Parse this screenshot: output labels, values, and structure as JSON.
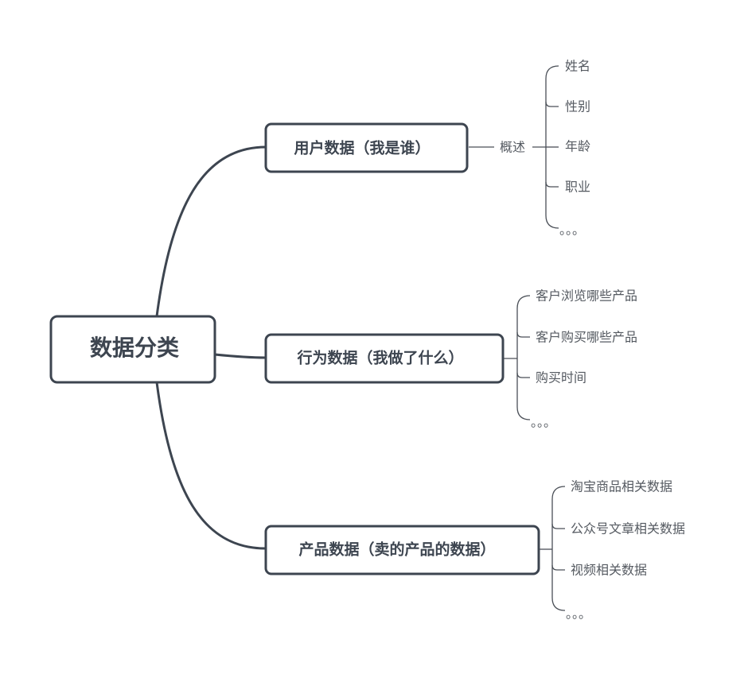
{
  "root": {
    "label": "数据分类"
  },
  "categories": [
    {
      "label": "用户数据（我是谁）",
      "summary": "概述",
      "items": [
        "姓名",
        "性别",
        "年龄",
        "职业",
        "。。。"
      ]
    },
    {
      "label": "行为数据（我做了什么）",
      "items": [
        "客户浏览哪些产品",
        "客户购买哪些产品",
        "购买时间",
        "。。。"
      ]
    },
    {
      "label": "产品数据（卖的产品的数据）",
      "items": [
        "淘宝商品相关数据",
        "公众号文章相关数据",
        "视频相关数据",
        "。。。"
      ]
    }
  ],
  "colors": {
    "node_stroke": "#3d4550",
    "leaf_text": "#555a61",
    "background": "#ffffff"
  }
}
